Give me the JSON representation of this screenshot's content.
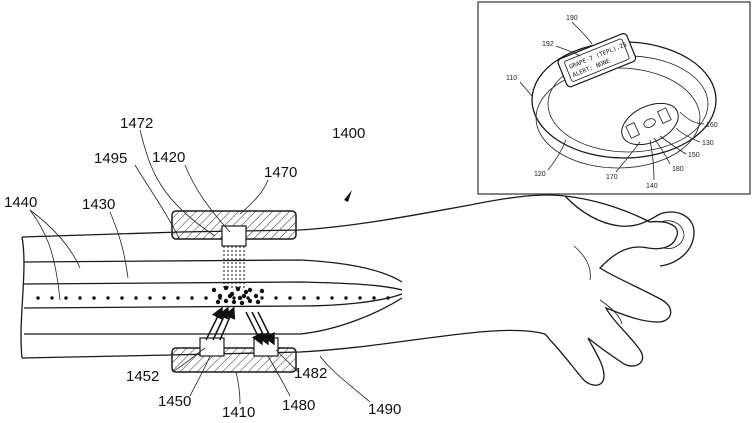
{
  "main_figure": {
    "labels": [
      {
        "key": "l1472",
        "text": "1472"
      },
      {
        "key": "l1495",
        "text": "1495"
      },
      {
        "key": "l1420",
        "text": "1420"
      },
      {
        "key": "l1470",
        "text": "1470"
      },
      {
        "key": "l1400",
        "text": "1400"
      },
      {
        "key": "l1440",
        "text": "1440"
      },
      {
        "key": "l1430",
        "text": "1430"
      },
      {
        "key": "l1452",
        "text": "1452"
      },
      {
        "key": "l1450",
        "text": "1450"
      },
      {
        "key": "l1410",
        "text": "1410"
      },
      {
        "key": "l1480",
        "text": "1480"
      },
      {
        "key": "l1482",
        "text": "1482"
      },
      {
        "key": "l1490",
        "text": "1490"
      }
    ]
  },
  "inset_figure": {
    "labels": [
      {
        "key": "l190",
        "text": "190"
      },
      {
        "key": "l192",
        "text": "192"
      },
      {
        "key": "l110",
        "text": "110"
      },
      {
        "key": "l160",
        "text": "160"
      },
      {
        "key": "l130",
        "text": "130"
      },
      {
        "key": "l150",
        "text": "150"
      },
      {
        "key": "l180",
        "text": "180"
      },
      {
        "key": "l120",
        "text": "120"
      },
      {
        "key": "l170",
        "text": "170"
      },
      {
        "key": "l140",
        "text": "140"
      }
    ],
    "screen_line_1": "GRAPE-7 (TEPL).25",
    "screen_line_2": "ALERT: NONE"
  },
  "colors": {
    "ink": "#1a1a1a",
    "background": "#ffffff"
  }
}
